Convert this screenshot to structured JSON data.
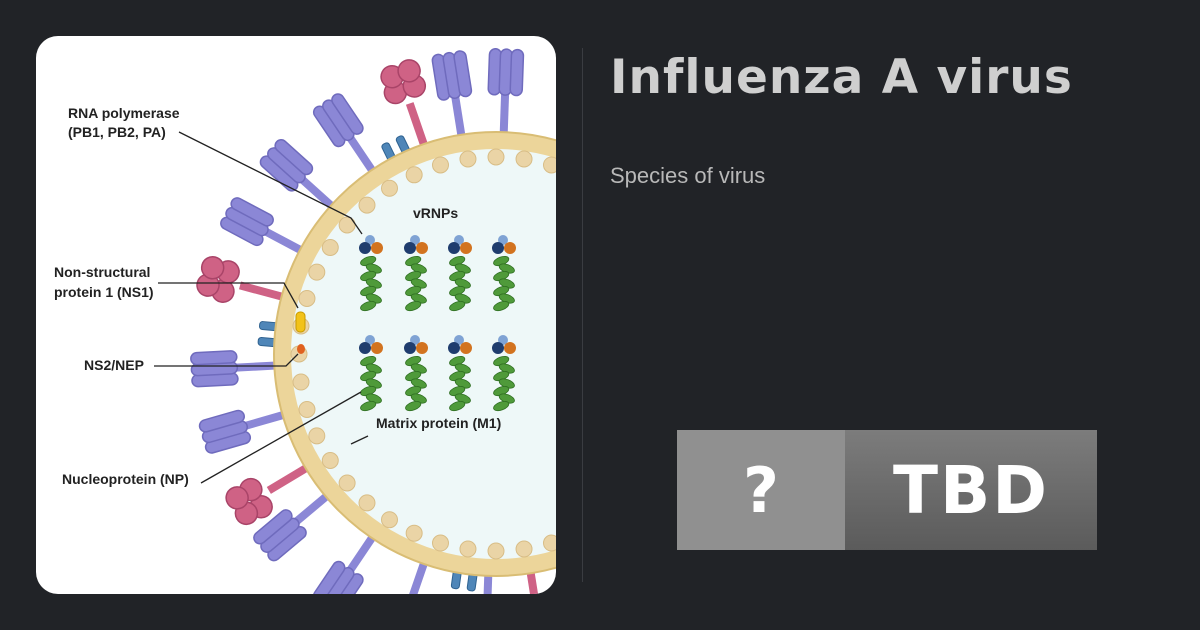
{
  "title": "Influenza A virus",
  "subtitle": "Species of virus",
  "badge": {
    "left": "?",
    "right": "TBD"
  },
  "diagram": {
    "labels": {
      "rna_polymerase_1": "RNA polymerase",
      "rna_polymerase_2": "(PB1, PB2, PA)",
      "vrnps": "vRNPs",
      "ns1_1": "Non-structural",
      "ns1_2": "protein 1 (NS1)",
      "ns2": "NS2/NEP",
      "m1": "Matrix protein (M1)",
      "np": "Nucleoprotein (NP)"
    },
    "colors": {
      "hemagglutinin": "#8b87d6",
      "neuraminidase": "#cf6285",
      "m2_channel": "#4f86b8",
      "envelope": "#ecd59a",
      "lipid_beads": "#ead4a6",
      "interior": "#eef8f8",
      "helix": "#4f9a3a",
      "ns1": "#f2c21a",
      "ns2": "#e0611f"
    }
  }
}
